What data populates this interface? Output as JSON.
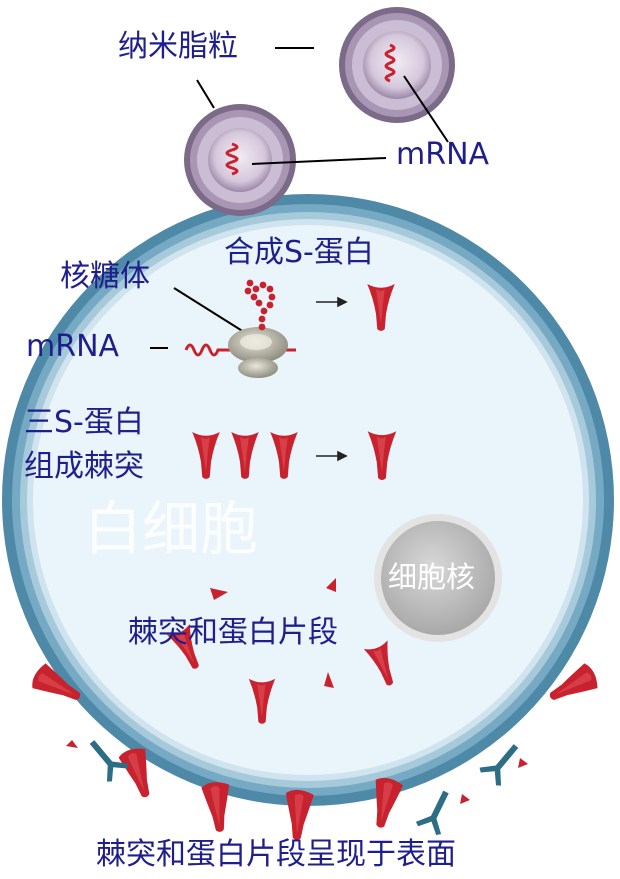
{
  "labels": {
    "nanoparticle": "纳米脂粒",
    "mrna_top": "mRNA",
    "synth_spike": "合成S-蛋白",
    "ribosome": "核糖体",
    "mrna_left": "mRNA",
    "trimer_line1": "三S-蛋白",
    "trimer_line2": "组成棘突",
    "white_cell": "白细胞",
    "nucleus": "细胞核",
    "fragments": "棘突和蛋白片段",
    "bottom": "棘突和蛋白片段呈现于表面"
  },
  "colors": {
    "label_text": "#1f1f8c",
    "spike_red": "#c8222e",
    "mrna_red": "#c8222e",
    "membrane_blue": "#3b7fa0",
    "cell_interior": "#eaf4fb",
    "nanoparticle_purple": "#8a7796",
    "nucleus_gray": "#c9c9c9",
    "receptor_teal": "#2d6e86"
  },
  "icons": [
    "lipid-nanoparticle",
    "mrna-strand",
    "ribosome",
    "spike-protein",
    "cell-nucleus",
    "surface-receptor"
  ]
}
